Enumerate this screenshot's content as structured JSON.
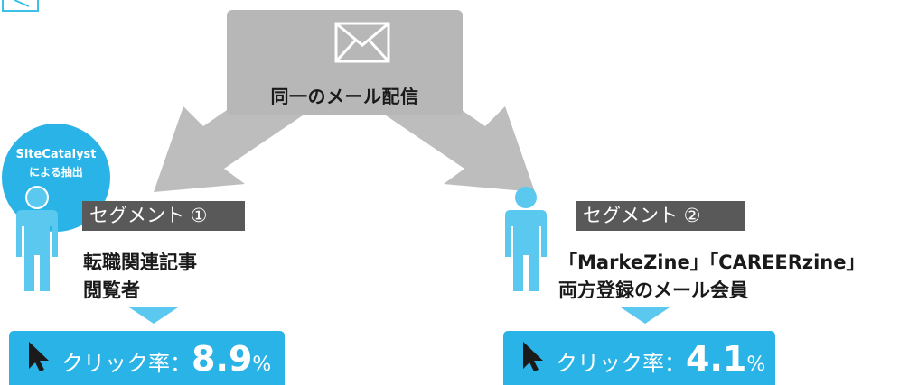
{
  "mail": {
    "label": "同一のメール配信",
    "icon": "envelope-icon"
  },
  "bubble": {
    "title": "SiteCatalyst",
    "subtitle": "による抽出"
  },
  "segments": [
    {
      "label": "セグメント ①",
      "desc_line1": "転職関連記事",
      "desc_line2": "閲覧者",
      "rate_label": "クリック率：",
      "rate_value": "8.9",
      "rate_unit": "%"
    },
    {
      "label": "セグメント ②",
      "desc_line1": "「MarkeZine」「CAREERzine」",
      "desc_line2": "両方登録のメール会員",
      "rate_label": "クリック率：",
      "rate_value": "4.1",
      "rate_unit": "%"
    }
  ],
  "colors": {
    "accent": "#2ab3e6",
    "person": "#5bc8ef",
    "box_gray": "#b7b7b7",
    "label_dark": "#595959"
  }
}
